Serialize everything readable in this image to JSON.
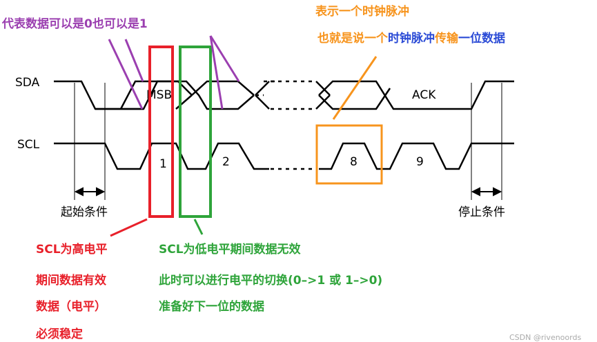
{
  "signals": {
    "sda": "SDA",
    "scl": "SCL"
  },
  "bits": {
    "msb": "MSB",
    "ack": "ACK",
    "b1": "1",
    "b2": "2",
    "b8": "8",
    "b9": "9"
  },
  "labels": {
    "start": "起始条件",
    "stop": "停止条件"
  },
  "annotations": {
    "purple": "代表数据可以是0也可以是1",
    "orange_line1": "表示一个时钟脉冲",
    "line2_a": "也就是说一个",
    "line2_b": "时钟脉冲",
    "line2_c": "传输",
    "line2_d": "一位数据",
    "red_lines": [
      "SCL为高电平",
      "期间数据有效",
      "数据（电平）",
      "必须稳定"
    ],
    "green_lines": [
      "SCL为低电平期间数据无效",
      "此时可以进行电平的切换(0–>1 或 1–>0)",
      "准备好下一位的数据"
    ]
  },
  "watermark": "CSDN @rivenoords",
  "colors": {
    "red": "#e8202a",
    "green": "#2ea43a",
    "orange": "#f7941d",
    "purple": "#9b3fb0",
    "blue": "#2b4bd6",
    "black": "#000000"
  }
}
